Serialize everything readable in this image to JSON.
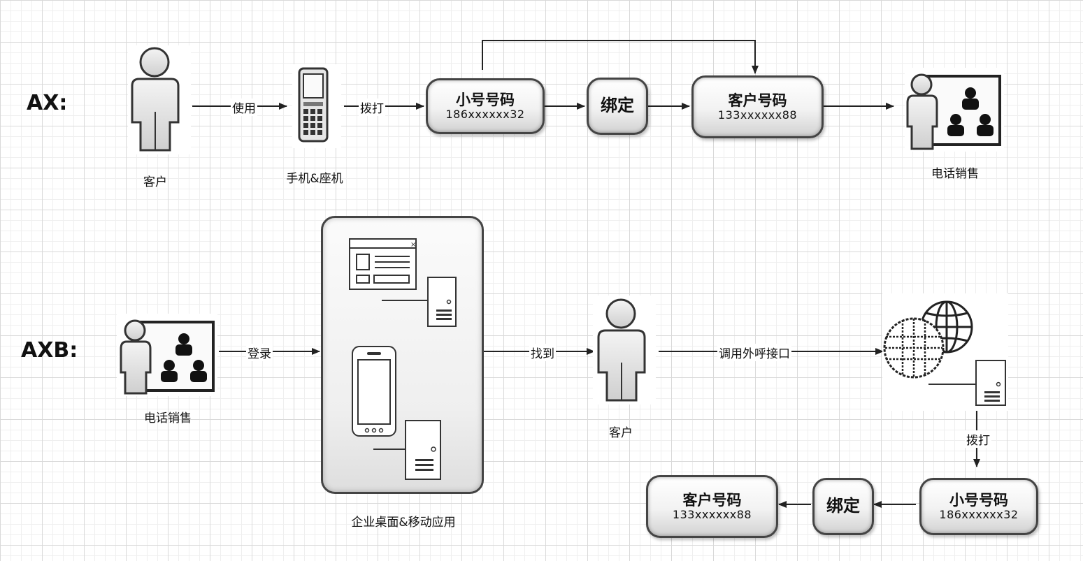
{
  "rows": {
    "ax_label": "AX:",
    "axb_label": "AXB:"
  },
  "ax": {
    "customer_caption": "客户",
    "phone_caption": "手机&座机",
    "sales_caption": "电话销售",
    "edge_use": "使用",
    "edge_dial": "拨打",
    "small_number": {
      "title": "小号号码",
      "number": "186xxxxxx32"
    },
    "bind": "绑定",
    "customer_number": {
      "title": "客户号码",
      "number": "133xxxxxx88"
    }
  },
  "axb": {
    "sales_caption": "电话销售",
    "app_caption": "企业桌面&移动应用",
    "customer_caption": "客户",
    "edge_login": "登录",
    "edge_find": "找到",
    "edge_api": "调用外呼接口",
    "edge_dial": "拨打",
    "small_number": {
      "title": "小号号码",
      "number": "186xxxxxx32"
    },
    "bind": "绑定",
    "customer_number": {
      "title": "客户号码",
      "number": "133xxxxxx88"
    }
  }
}
